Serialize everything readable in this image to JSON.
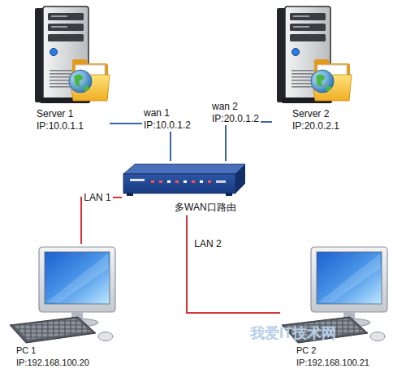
{
  "diagram": {
    "nodes": [
      {
        "text": [
          "Server 1",
          "IP:10.0.1.1"
        ]
      },
      {
        "text": [
          "Server 2",
          "IP:20.0.2.1"
        ]
      },
      {
        "text": [
          "多WAN口路由"
        ]
      },
      {
        "text": [
          "PC 1",
          "IP:192.168.100.20"
        ]
      },
      {
        "text": [
          "PC 2",
          "IP:192.168.100.21"
        ]
      }
    ],
    "edges": [
      {
        "from": 0,
        "to": 2,
        "arrow": "none",
        "label": "wan 1 IP:10.0.1.2"
      },
      {
        "from": 1,
        "to": 2,
        "arrow": "none",
        "label": "wan 2 IP:20.0.1.2"
      },
      {
        "from": 2,
        "to": 3,
        "arrow": "none",
        "label": "LAN 1"
      },
      {
        "from": 2,
        "to": 4,
        "arrow": "none",
        "label": "LAN 2"
      }
    ],
    "labels": [
      "我爱IT技术网"
    ]
  }
}
